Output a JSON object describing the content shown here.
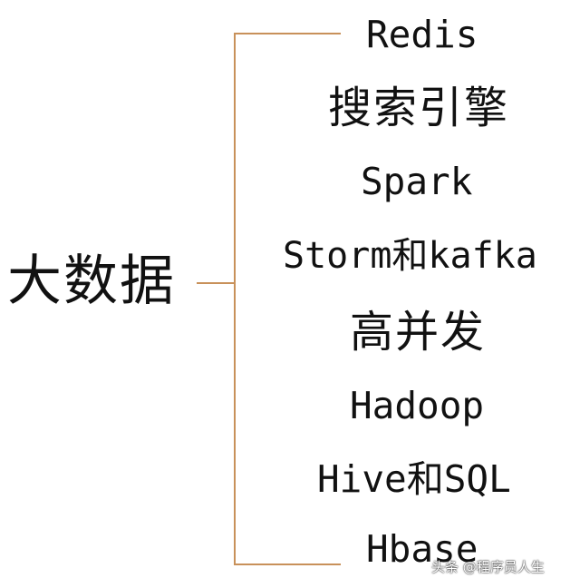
{
  "diagram": {
    "root": "大数据",
    "branches": [
      "Redis",
      "搜索引擎",
      "Spark",
      "Storm和kafka",
      "高并发",
      "Hadoop",
      "Hive和SQL",
      "Hbase"
    ],
    "connector_color": "#c8915a"
  },
  "watermark": "头条 @程序员人生"
}
